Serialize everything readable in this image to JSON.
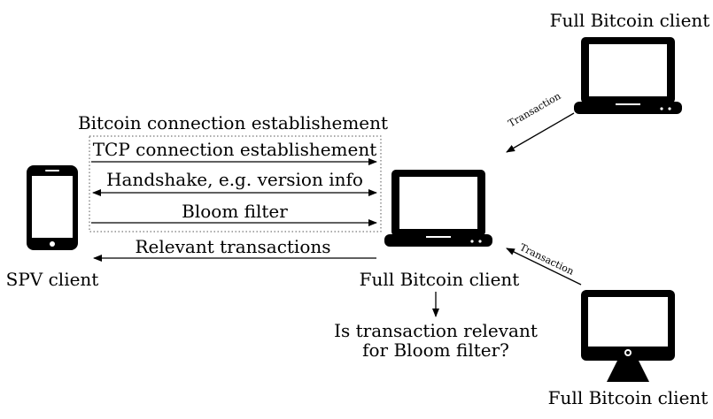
{
  "labels": {
    "top_client": "Full Bitcoin client",
    "bottom_client": "Full Bitcoin client",
    "middle_client": "Full Bitcoin client",
    "spv_client": "SPV client",
    "bitcoin_connection": "Bitcoin connection establishement",
    "tcp_connection": "TCP connection establishement",
    "handshake": "Handshake, e.g. version info",
    "bloom_filter": "Bloom filter",
    "relevant_transactions": "Relevant transactions",
    "question_line1": "Is transaction relevant",
    "question_line2": "for Bloom filter?",
    "transaction_top": "Transaction",
    "transaction_bottom": "Transaction"
  },
  "icons": {
    "spv": "smartphone-icon",
    "middle": "laptop-icon",
    "top": "laptop-icon",
    "bottom": "desktop-monitor-icon"
  }
}
